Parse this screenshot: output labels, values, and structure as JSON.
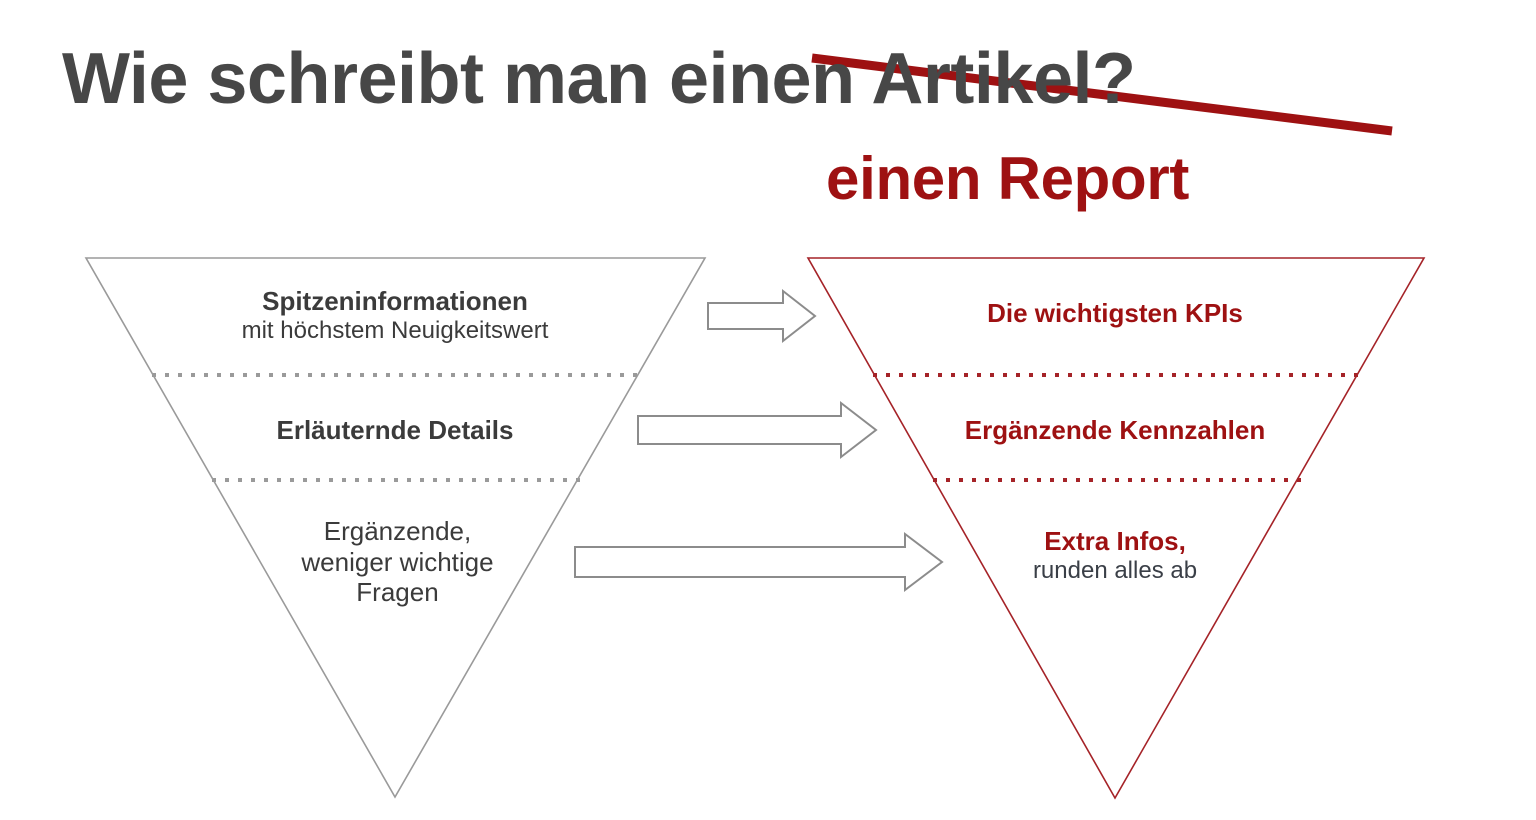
{
  "slide": {
    "background_color": "#FFFFFF",
    "title": {
      "main": "Wie schreibt man einen Artikel?",
      "main_color": "#474747",
      "strikethrough": true,
      "strikethrough_color": "#9E1112",
      "replacement": "einen Report",
      "replacement_color": "#9E1112"
    }
  },
  "funnel_left": {
    "name": "Artikel",
    "outline_color": "#9A9A9A",
    "text_color": "#3B3B3B",
    "divider_color": "#9A9A9A",
    "tiers": [
      {
        "headline": "Spitzeninformationen",
        "subline": "mit höchstem Neuigkeitswert"
      },
      {
        "headline": "Erläuternde Details",
        "subline": ""
      },
      {
        "headline": "Ergänzende,\nweniger wichtige\nFragen",
        "subline": ""
      }
    ]
  },
  "funnel_right": {
    "name": "Report",
    "outline_color": "#A52328",
    "text_color": "#9E1112",
    "divider_color": "#A52328",
    "tiers": [
      {
        "headline": "Die wichtigsten KPIs",
        "subline": ""
      },
      {
        "headline": "Ergänzende Kennzahlen",
        "subline": ""
      },
      {
        "headline": "Extra Infos,",
        "subline": "runden alles ab"
      }
    ]
  },
  "arrows": {
    "color": "#8C8C8C",
    "fill": "#FFFFFF",
    "items": [
      {
        "name": "arrow-tier-1",
        "label": ""
      },
      {
        "name": "arrow-tier-2",
        "label": ""
      },
      {
        "name": "arrow-tier-3",
        "label": ""
      }
    ]
  },
  "funnel_left_tier3_lines": [
    "Ergänzende,",
    "weniger wichtige",
    "Fragen"
  ]
}
